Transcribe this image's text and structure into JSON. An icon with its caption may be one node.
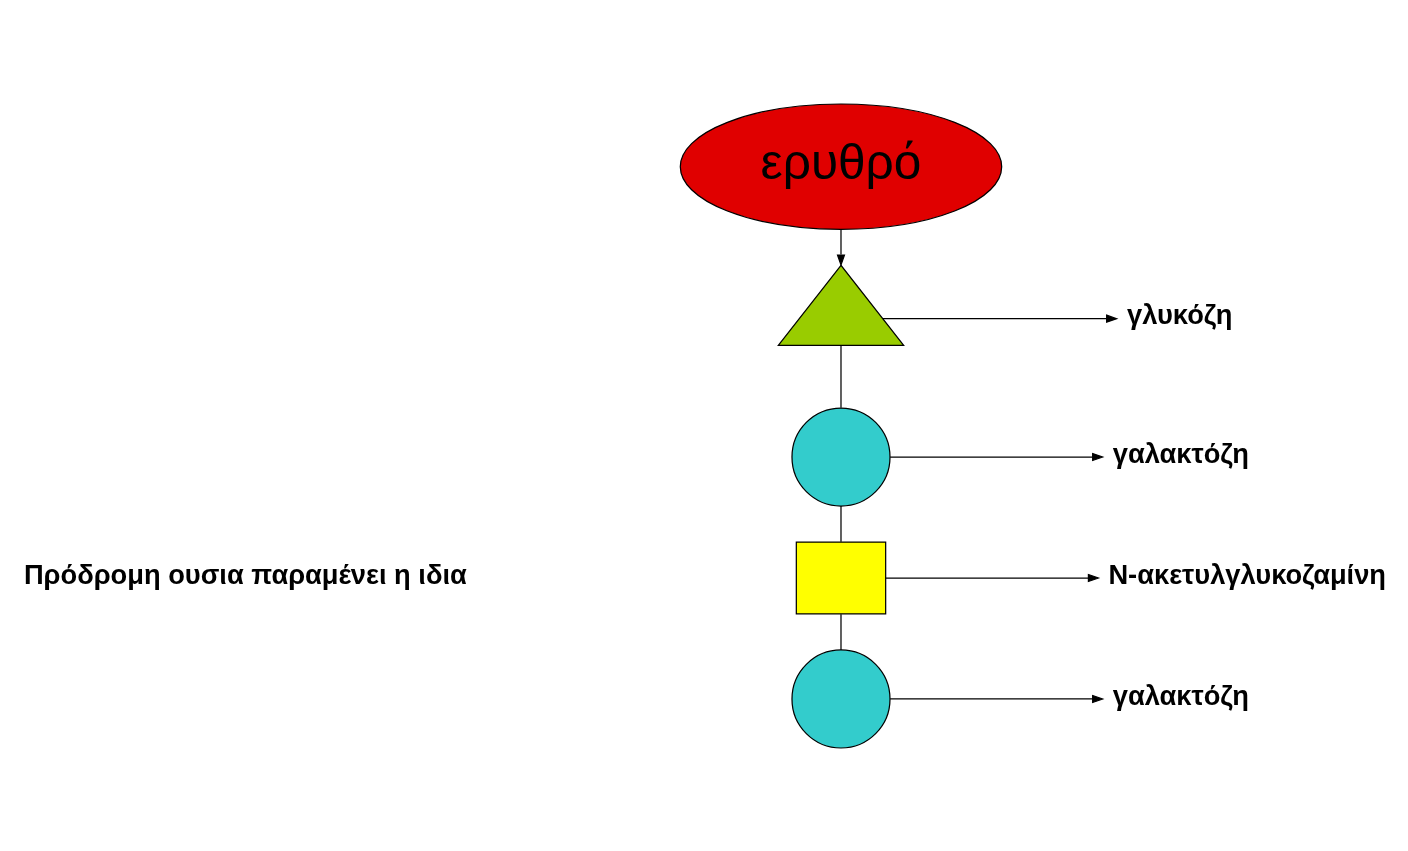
{
  "diagram": {
    "nodes": [
      {
        "text": [
          "ερυθρό"
        ]
      },
      {
        "text": [],
        "shape": "triangle"
      },
      {
        "text": [],
        "shape": "circle"
      },
      {
        "text": [],
        "shape": "box"
      },
      {
        "text": [],
        "shape": "circle"
      },
      {
        "text": [
          "γλυκόζη"
        ]
      },
      {
        "text": [
          "γαλακτόζη"
        ]
      },
      {
        "text": [
          "N-ακετυλγλυκοζαμίνη"
        ]
      },
      {
        "text": [
          "γαλακτόζη"
        ]
      }
    ],
    "edges": [
      {
        "from": 0,
        "to": 1,
        "arrow": "to"
      },
      {
        "from": 1,
        "to": 2,
        "arrow": "none"
      },
      {
        "from": 2,
        "to": 3,
        "arrow": "none"
      },
      {
        "from": 3,
        "to": 4,
        "arrow": "none"
      },
      {
        "from": 1,
        "to": 5,
        "arrow": "to"
      },
      {
        "from": 2,
        "to": 6,
        "arrow": "to"
      },
      {
        "from": 3,
        "to": 7,
        "arrow": "to"
      },
      {
        "from": 4,
        "to": 8,
        "arrow": "to"
      }
    ],
    "labels": [
      "Πρόδρομη ουσια παραμένει η ιδια"
    ]
  }
}
